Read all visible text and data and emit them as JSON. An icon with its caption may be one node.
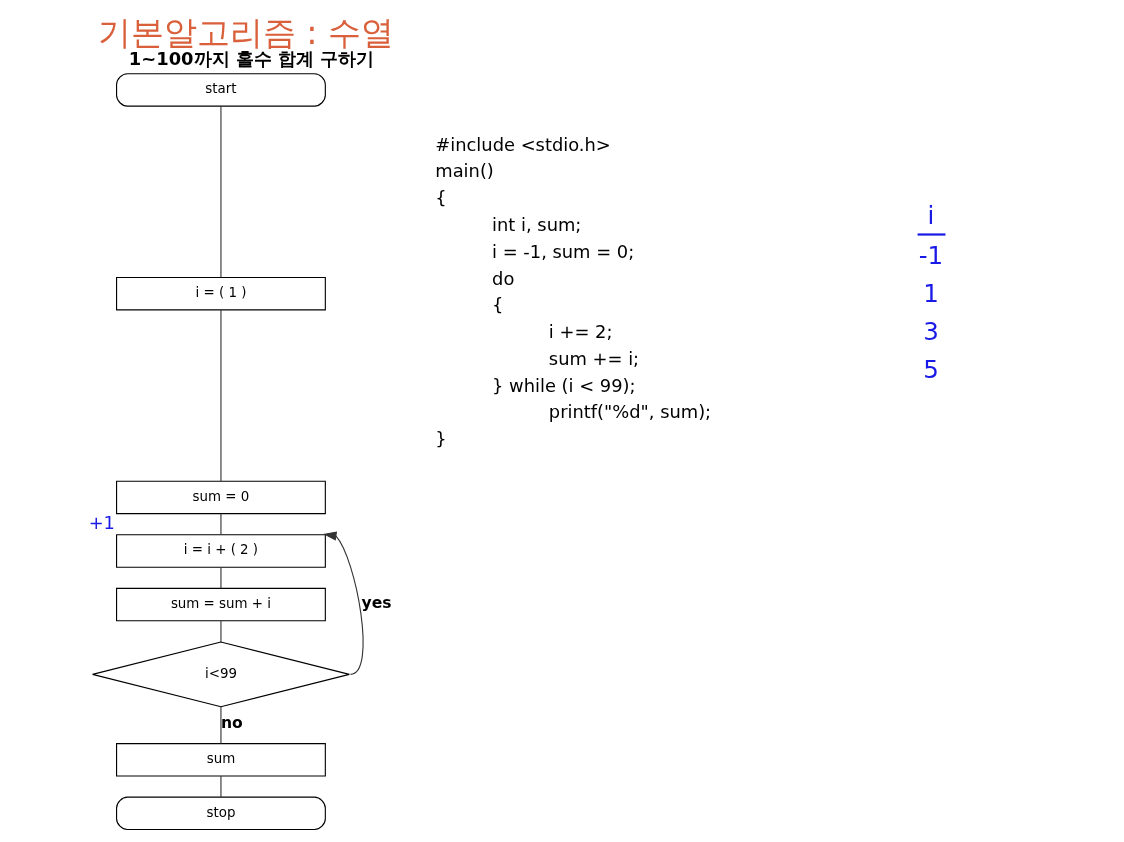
{
  "diagram": {
    "title": "기본알고리즘 : 수열",
    "caption": "1~100까지 홀수 합계 구하기",
    "nodes": [
      {
        "text": [
          "start"
        ]
      },
      {
        "text": [
          "i = ( 1 )"
        ]
      },
      {
        "text": [
          "sum = 0"
        ]
      },
      {
        "text": [
          "i = i + ( 2 )"
        ],
        "beside": [
          "+1"
        ]
      },
      {
        "text": [
          "sum = sum + i"
        ]
      },
      {
        "text": [
          "i<99"
        ]
      },
      {
        "text": [
          "sum"
        ]
      },
      {
        "text": [
          "stop"
        ]
      }
    ],
    "edges": [
      {
        "from": 0,
        "to": 1,
        "arrow": "none"
      },
      {
        "from": 1,
        "to": 2,
        "arrow": "none"
      },
      {
        "from": 2,
        "to": 3,
        "arrow": "none"
      },
      {
        "from": 3,
        "to": 4,
        "arrow": "none"
      },
      {
        "from": 4,
        "to": 5,
        "arrow": "none"
      },
      {
        "from": 5,
        "to": 3,
        "arrow": "to",
        "label": "yes"
      },
      {
        "from": 5,
        "to": 6,
        "arrow": "none",
        "label": "no"
      },
      {
        "from": 6,
        "to": 7,
        "arrow": "none"
      }
    ],
    "labels": [
      "#include <stdio.h>",
      "main()",
      "{",
      "int i, sum;",
      "i = -1, sum = 0;",
      "do",
      "{",
      "i += 2;",
      "sum += i;",
      "} while (i < 99);",
      "printf(\"%d\", sum);",
      "}",
      "i",
      "-1",
      "1",
      "3",
      "5"
    ]
  }
}
